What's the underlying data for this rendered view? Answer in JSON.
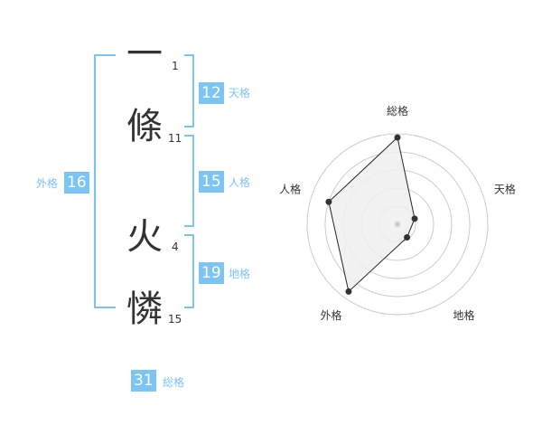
{
  "characters": [
    {
      "char": "一",
      "strokes": "1"
    },
    {
      "char": "條",
      "strokes": "11"
    },
    {
      "char": "火",
      "strokes": "4"
    },
    {
      "char": "憐",
      "strokes": "15"
    }
  ],
  "kaku": {
    "tenkaku": {
      "label": "天格",
      "value": "12"
    },
    "jinkaku": {
      "label": "人格",
      "value": "15"
    },
    "chikaku": {
      "label": "地格",
      "value": "19"
    },
    "gaikaku": {
      "label": "外格",
      "value": "16"
    },
    "soukaku": {
      "label": "総格",
      "value": "31"
    }
  },
  "colors": {
    "accent": "#7cc4f4",
    "text": "#333333",
    "grid": "#cccccc",
    "fill": "#eeeeee"
  },
  "chart_data": {
    "type": "radar",
    "axes": [
      "総格",
      "天格",
      "地格",
      "外格",
      "人格"
    ],
    "values": [
      4.8,
      1.0,
      0.9,
      4.6,
      4.0
    ],
    "max": 5,
    "rings": 5
  }
}
